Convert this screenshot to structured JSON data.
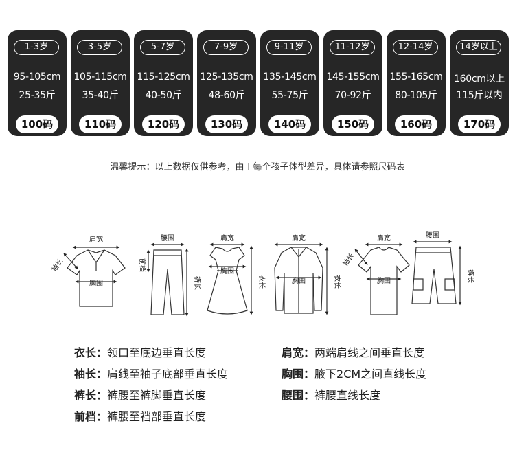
{
  "cards": [
    {
      "age": "1-3岁",
      "height": "95-105cm",
      "weight": "25-35斤",
      "size": "100码"
    },
    {
      "age": "3-5岁",
      "height": "105-115cm",
      "weight": "35-40斤",
      "size": "110码"
    },
    {
      "age": "5-7岁",
      "height": "115-125cm",
      "weight": "40-50斤",
      "size": "120码"
    },
    {
      "age": "7-9岁",
      "height": "125-135cm",
      "weight": "48-60斤",
      "size": "130码"
    },
    {
      "age": "9-11岁",
      "height": "135-145cm",
      "weight": "55-75斤",
      "size": "140码"
    },
    {
      "age": "11-12岁",
      "height": "145-155cm",
      "weight": "70-92斤",
      "size": "150码"
    },
    {
      "age": "12-14岁",
      "height": "155-165cm",
      "weight": "80-105斤",
      "size": "160码"
    },
    {
      "age": "14岁以上",
      "height": "160cm以上",
      "weight": "115斤以内",
      "size": "170码"
    }
  ],
  "tip": "温馨提示：以上数据仅供参考，由于每个孩子体型差异，具体请参照尺码表",
  "figures": {
    "shirt": {
      "top": "肩宽",
      "side": "袖长",
      "mid": "胸围"
    },
    "pants": {
      "top": "腰围",
      "left": "前档",
      "right": "裤长"
    },
    "dress": {
      "top": "肩宽",
      "mid": "胸围",
      "right": "衣长"
    },
    "jacket": {
      "top": "肩宽",
      "mid": "胸围",
      "right": "衣长"
    },
    "tee": {
      "top": "肩宽",
      "side": "袖长",
      "mid": "胸围"
    },
    "shorts": {
      "top": "腰围",
      "right": "裤长"
    }
  },
  "legend": {
    "left": [
      {
        "term": "衣长：",
        "desc": "领口至底边垂直长度"
      },
      {
        "term": "袖长：",
        "desc": "肩线至袖子底部垂直长度"
      },
      {
        "term": "裤长：",
        "desc": "裤腰至裤脚垂直长度"
      },
      {
        "term": "前档：",
        "desc": "裤腰至裆部垂直长度"
      }
    ],
    "right": [
      {
        "term": "肩宽：",
        "desc": "两端肩线之间垂直长度"
      },
      {
        "term": "胸围：",
        "desc": "腋下2CM之间直线长度"
      },
      {
        "term": "腰围：",
        "desc": "裤腰直线长度"
      }
    ]
  }
}
